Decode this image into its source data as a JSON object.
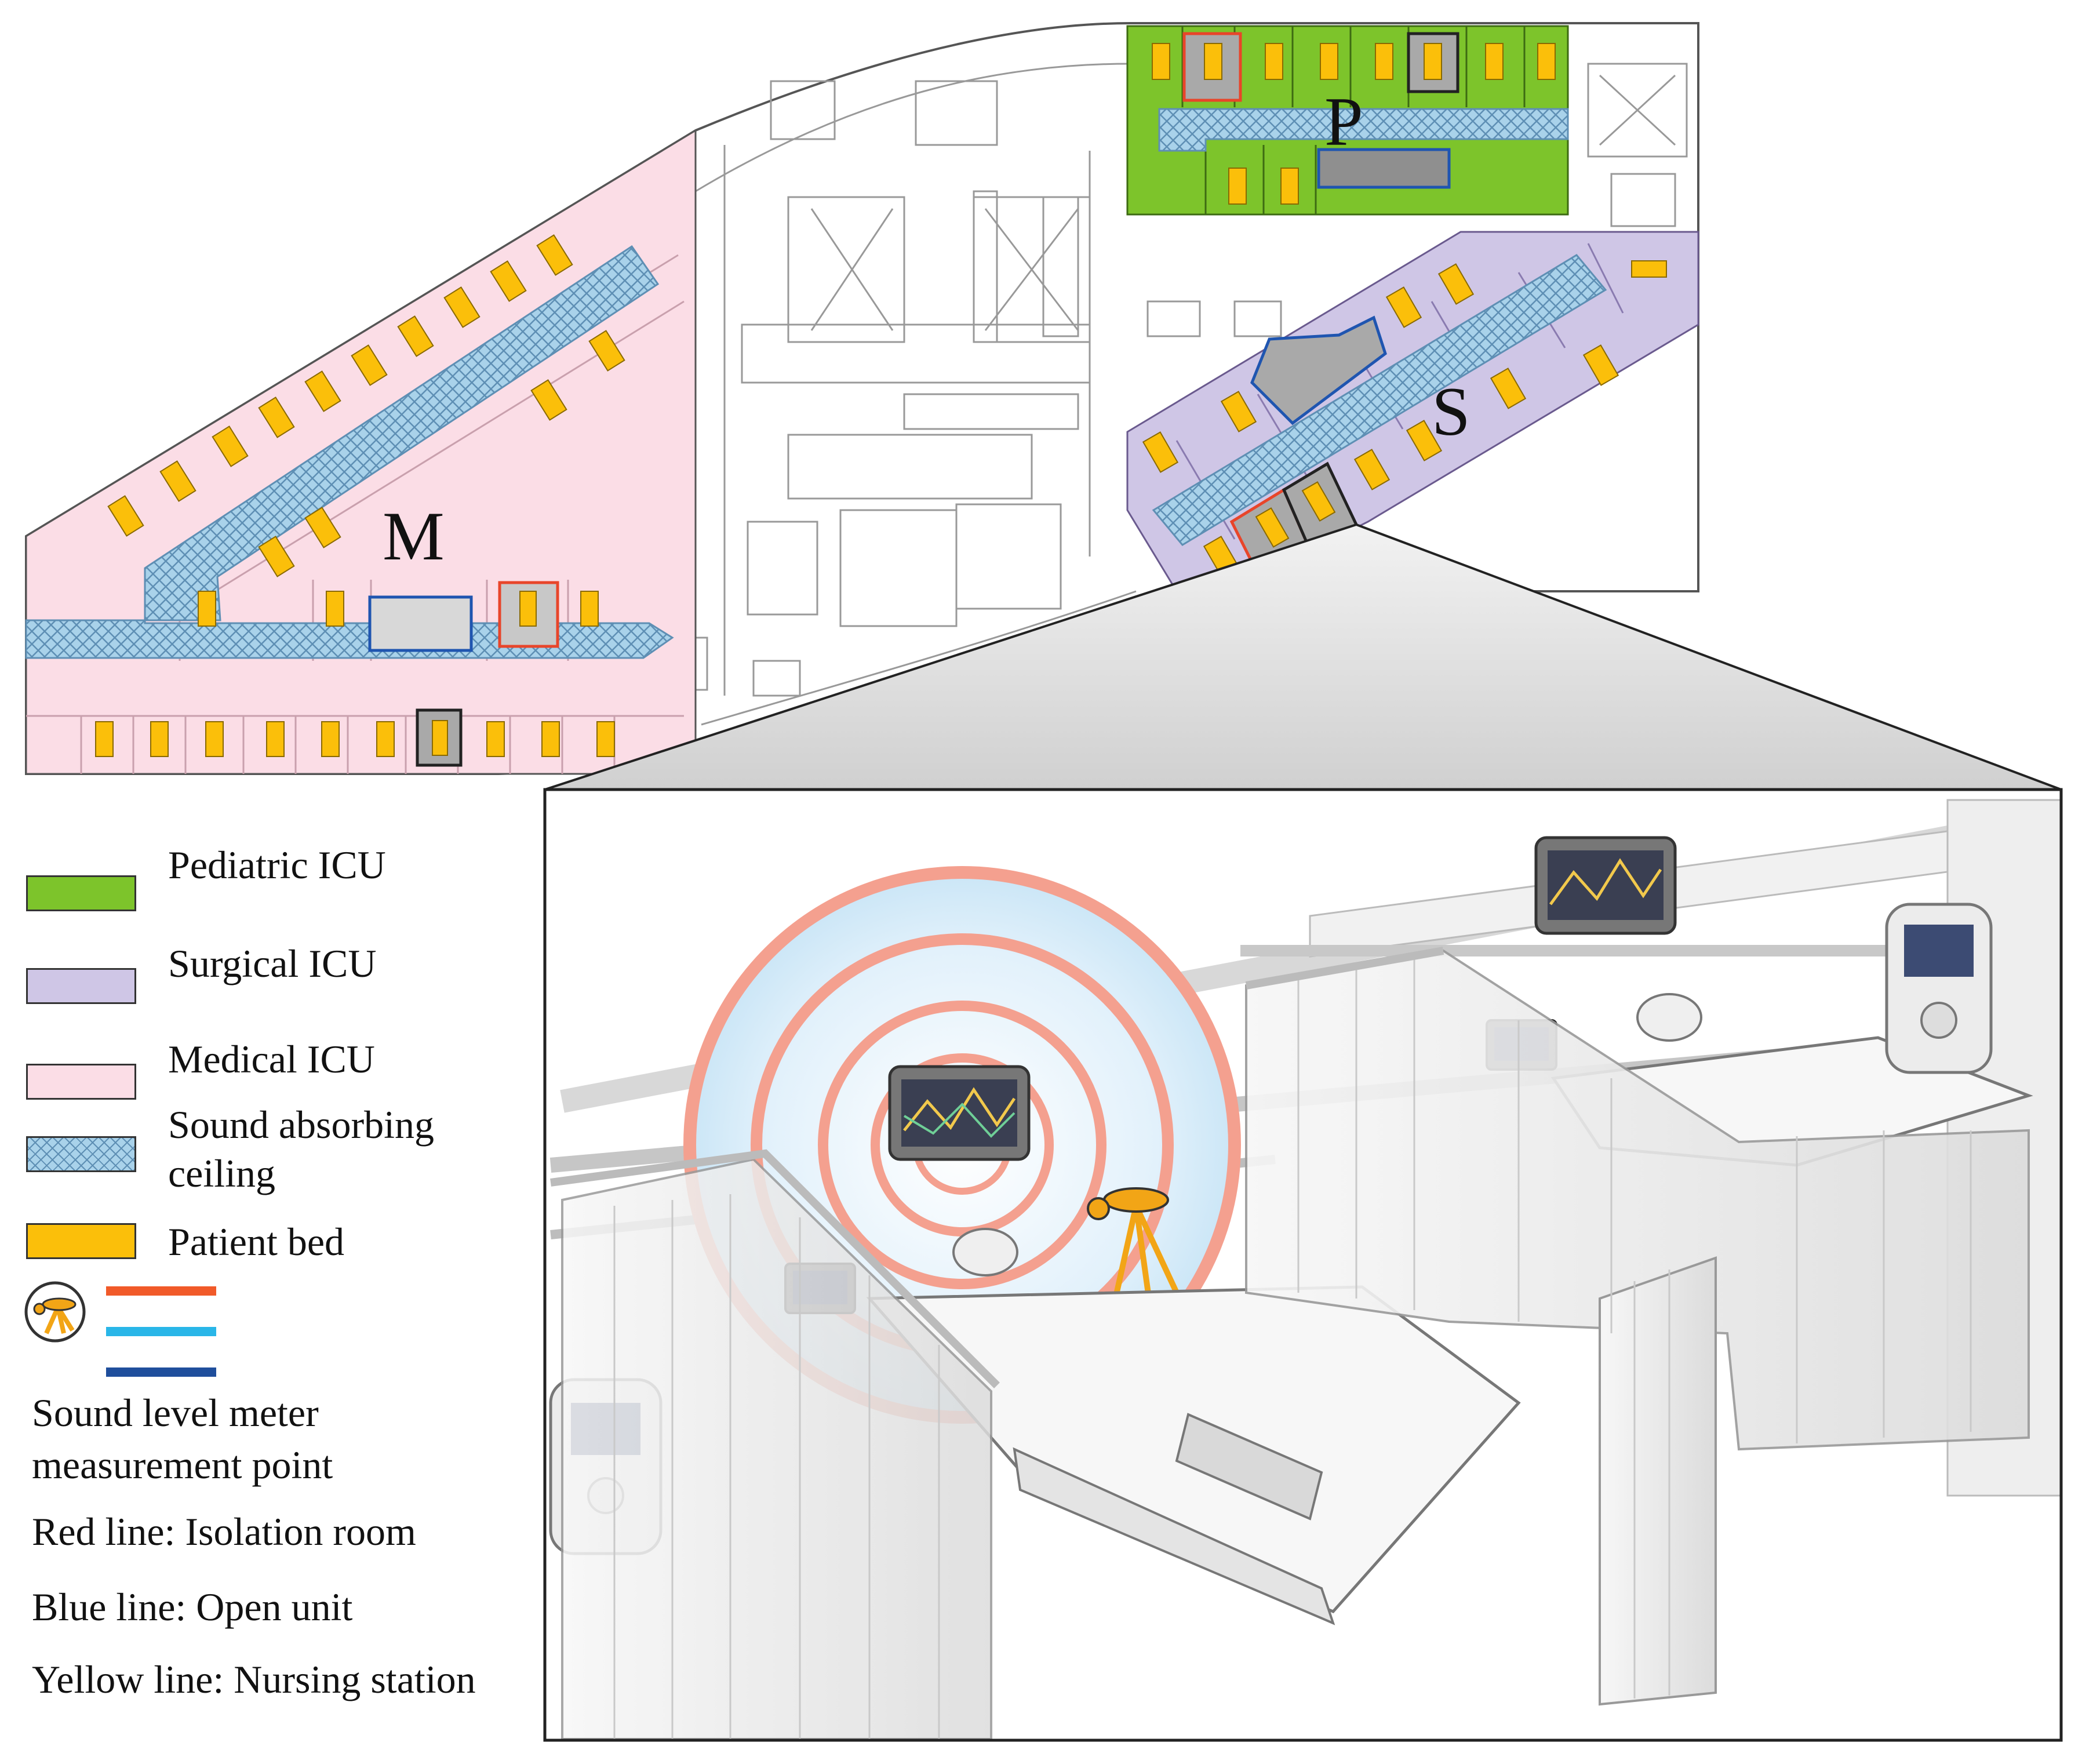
{
  "floor_plan": {
    "zone_letters": {
      "medical": "M",
      "pediatric": "P",
      "surgical": "S"
    }
  },
  "legend": {
    "items": [
      {
        "key": "pediatric",
        "label": "Pediatric ICU",
        "color": "#7dc42b"
      },
      {
        "key": "surgical",
        "label": "Surgical ICU",
        "color": "#cfc6e6"
      },
      {
        "key": "medical",
        "label": "Medical ICU",
        "color": "#fbdde6"
      },
      {
        "key": "ceiling",
        "label_line1": "Sound absorbing",
        "label_line2": "ceiling",
        "color": "#a7d1e8",
        "pattern": "crosshatch"
      },
      {
        "key": "bed",
        "label": "Patient bed",
        "color": "#fbbf0a"
      }
    ],
    "meter": {
      "icon": "sound-level-meter-icon",
      "line_colors": [
        "#f15a29",
        "#29b6e8",
        "#1f4e9c"
      ],
      "label_line1": "Sound level meter",
      "label_line2": "measurement point"
    },
    "notes": [
      "Red line: Isolation room",
      "Blue line: Open unit",
      "Yellow line: Nursing station"
    ]
  },
  "colors": {
    "pediatric": "#7dc42b",
    "surgical": "#cfc6e6",
    "medical": "#fbdde6",
    "bed": "#fbbf0a",
    "isolation": "#e8452a",
    "open_unit": "#1f55b0",
    "rings": "#f4a08f"
  }
}
